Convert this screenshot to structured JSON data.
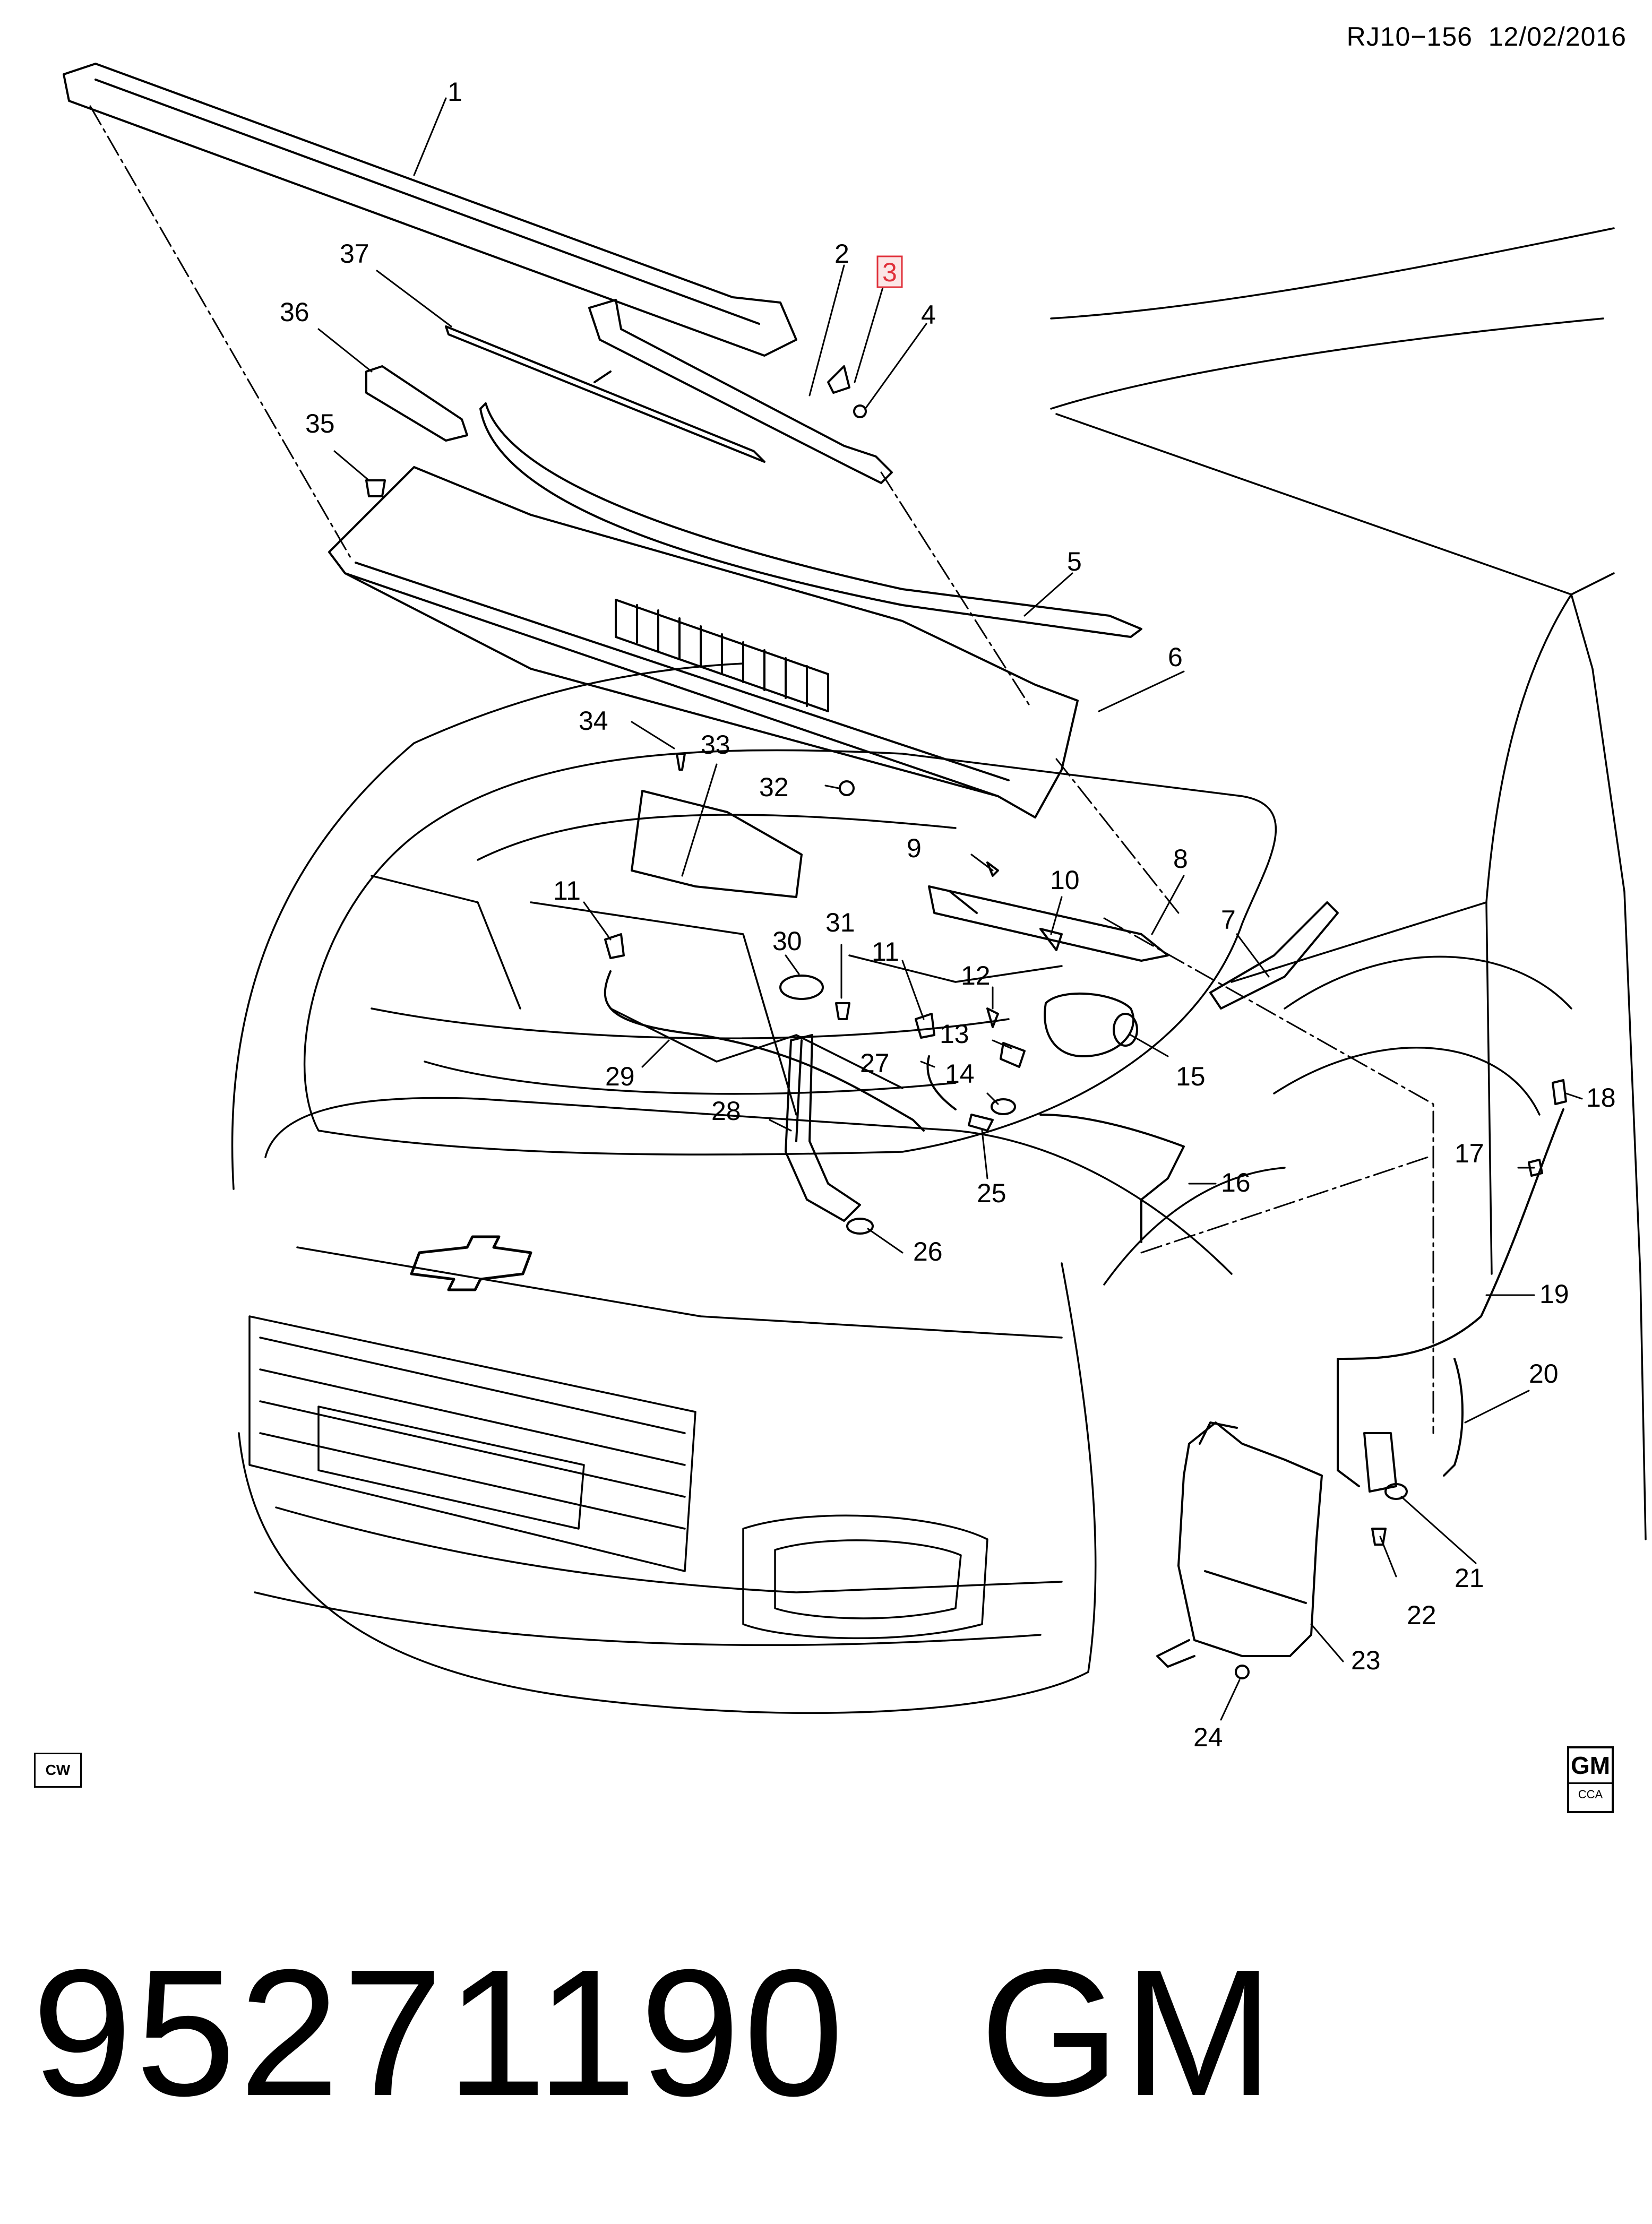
{
  "header": {
    "ref_code": "RJ10−156",
    "date": "12/02/2016"
  },
  "callouts": [
    {
      "id": "1"
    },
    {
      "id": "2"
    },
    {
      "id": "3",
      "highlight": true
    },
    {
      "id": "4"
    },
    {
      "id": "5"
    },
    {
      "id": "6"
    },
    {
      "id": "7"
    },
    {
      "id": "8"
    },
    {
      "id": "9"
    },
    {
      "id": "10"
    },
    {
      "id": "11"
    },
    {
      "id": "11"
    },
    {
      "id": "12"
    },
    {
      "id": "13"
    },
    {
      "id": "14"
    },
    {
      "id": "15"
    },
    {
      "id": "16"
    },
    {
      "id": "17"
    },
    {
      "id": "18"
    },
    {
      "id": "19"
    },
    {
      "id": "20"
    },
    {
      "id": "21"
    },
    {
      "id": "22"
    },
    {
      "id": "23"
    },
    {
      "id": "24"
    },
    {
      "id": "25"
    },
    {
      "id": "26"
    },
    {
      "id": "27"
    },
    {
      "id": "28"
    },
    {
      "id": "29"
    },
    {
      "id": "30"
    },
    {
      "id": "31"
    },
    {
      "id": "32"
    },
    {
      "id": "33"
    },
    {
      "id": "34"
    },
    {
      "id": "35"
    },
    {
      "id": "36"
    },
    {
      "id": "37"
    }
  ],
  "highlight_color": "#e0303a",
  "cw_label": "CW",
  "gm_logo": {
    "brand": "GM",
    "sub": "CCA"
  },
  "footer": {
    "part_number": "95271190",
    "brand": "GM"
  }
}
